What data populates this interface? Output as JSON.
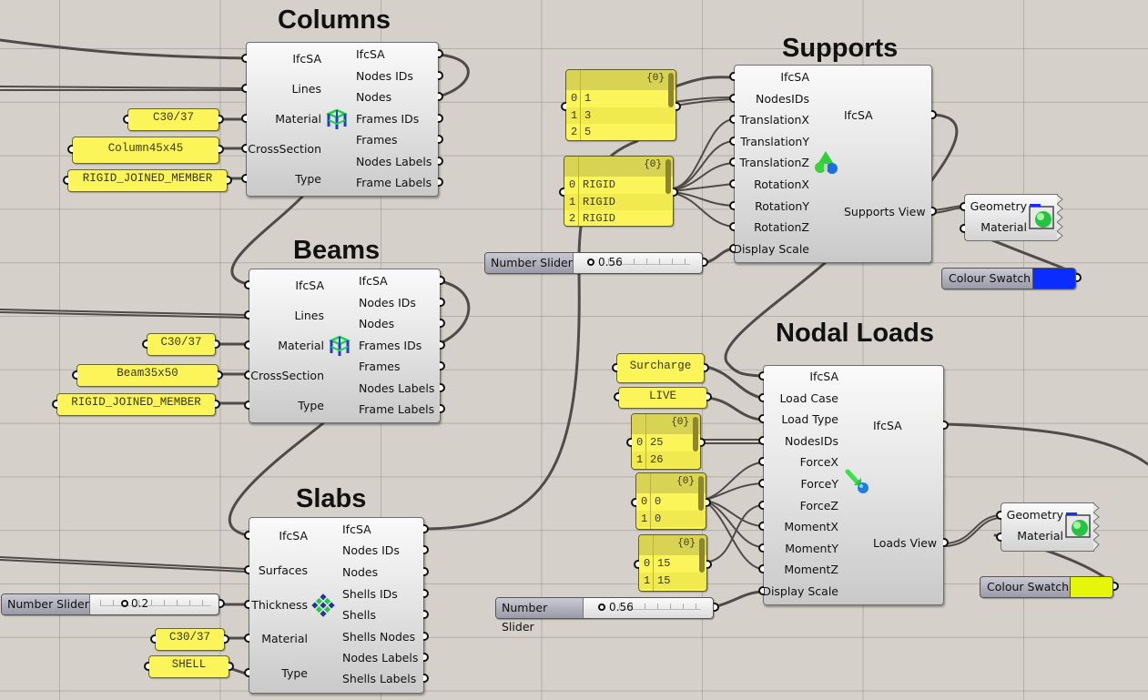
{
  "groups": {
    "columns": {
      "title": "Columns",
      "inputs": [
        "IfcSA",
        "Lines",
        "Material",
        "CrossSection",
        "Type"
      ],
      "outputs": [
        "IfcSA",
        "Nodes IDs",
        "Nodes",
        "Frames IDs",
        "Frames",
        "Nodes Labels",
        "Frame Labels"
      ],
      "icon": "frame-structure-icon",
      "panels": [
        "C30/37",
        "Column45x45",
        "RIGID_JOINED_MEMBER"
      ]
    },
    "beams": {
      "title": "Beams",
      "inputs": [
        "IfcSA",
        "Lines",
        "Material",
        "CrossSection",
        "Type"
      ],
      "outputs": [
        "IfcSA",
        "Nodes IDs",
        "Nodes",
        "Frames IDs",
        "Frames",
        "Nodes Labels",
        "Frame Labels"
      ],
      "icon": "frame-structure-icon",
      "panels": [
        "C30/37",
        "Beam35x50",
        "RIGID_JOINED_MEMBER"
      ]
    },
    "slabs": {
      "title": "Slabs",
      "inputs": [
        "IfcSA",
        "Surfaces",
        "Thickness",
        "Material",
        "Type"
      ],
      "outputs": [
        "IfcSA",
        "Nodes IDs",
        "Nodes",
        "Shells IDs",
        "Shells",
        "Shells Nodes",
        "Nodes Labels",
        "Shells Labels"
      ],
      "icon": "shell-mesh-icon",
      "slider": {
        "label": "Number Slider",
        "value": "0.2",
        "fraction": 0.2
      },
      "panels": [
        "C30/37",
        "SHELL"
      ]
    },
    "supports": {
      "title": "Supports",
      "inputs": [
        "IfcSA",
        "NodesIDs",
        "TranslationX",
        "TranslationY",
        "TranslationZ",
        "RotationX",
        "RotationY",
        "RotationZ",
        "Display Scale"
      ],
      "outputs": [
        "IfcSA",
        "Supports View"
      ],
      "icon": "support-icon",
      "lists": [
        {
          "header": "{0}",
          "rows": [
            [
              "0",
              "1"
            ],
            [
              "1",
              "3"
            ],
            [
              "2",
              "5"
            ]
          ]
        },
        {
          "header": "{0}",
          "rows": [
            [
              "0",
              "RIGID"
            ],
            [
              "1",
              "RIGID"
            ],
            [
              "2",
              "RIGID"
            ]
          ]
        }
      ],
      "slider": {
        "label": "Number Slider",
        "value": "0.56",
        "fraction": 0.1
      },
      "preview": {
        "inputs": [
          "Geometry",
          "Material"
        ],
        "icon": "custom-preview-icon"
      },
      "swatch": {
        "label": "Colour Swatch",
        "color": "#0a2cff"
      }
    },
    "nodal_loads": {
      "title": "Nodal Loads",
      "inputs": [
        "IfcSA",
        "Load Case",
        "Load Type",
        "NodesIDs",
        "ForceX",
        "ForceY",
        "ForceZ",
        "MomentX",
        "MomentY",
        "MomentZ",
        "Display Scale"
      ],
      "outputs": [
        "IfcSA",
        "Loads View"
      ],
      "icon": "load-arrow-icon",
      "panels": [
        "Surcharge",
        "LIVE"
      ],
      "lists": [
        {
          "header": "{0}",
          "rows": [
            [
              "0",
              "25"
            ],
            [
              "1",
              "26"
            ]
          ]
        },
        {
          "header": "{0}",
          "rows": [
            [
              "0",
              "0"
            ],
            [
              "1",
              "0"
            ]
          ]
        },
        {
          "header": "{0}",
          "rows": [
            [
              "0",
              "15"
            ],
            [
              "1",
              "15"
            ]
          ]
        }
      ],
      "slider": {
        "label": "Number Slider",
        "value": "0.56",
        "fraction": 0.1
      },
      "preview": {
        "inputs": [
          "Geometry",
          "Material"
        ],
        "icon": "custom-preview-icon"
      },
      "swatch": {
        "label": "Colour Swatch",
        "color": "#e6f60a"
      }
    }
  }
}
